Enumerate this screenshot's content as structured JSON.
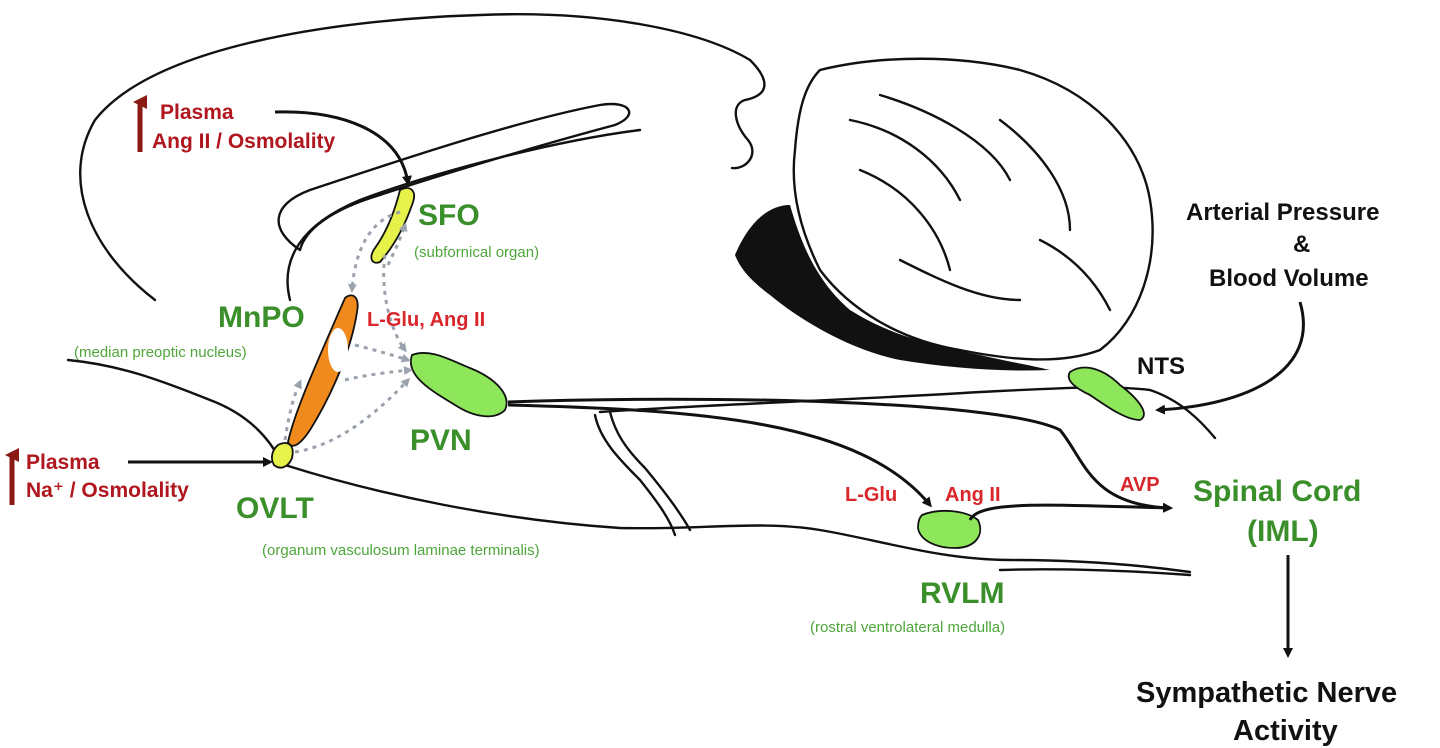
{
  "labels": {
    "plasma_top_line1": "Plasma",
    "plasma_top_line2": "Ang II / Osmolality",
    "plasma_bottom_line1": "Plasma",
    "plasma_bottom_line2": "Na⁺ / Osmolality",
    "sfo": "SFO",
    "sfo_full": "(subfornical organ)",
    "mnpo": "MnPO",
    "mnpo_full": "(median preoptic nucleus)",
    "lglu_angii": "L-Glu, Ang II",
    "pvn": "PVN",
    "ovlt": "OVLT",
    "ovlt_full": "(organum vasculosum laminae terminalis)",
    "lglu": "L-Glu",
    "angii": "Ang II",
    "avp": "AVP",
    "rvlm": "RVLM",
    "rvlm_full": "(rostral ventrolateral medulla)",
    "spinal_cord_line1": "Spinal Cord",
    "spinal_cord_line2": "(IML)",
    "nts": "NTS",
    "arterial_line1": "Arterial Pressure",
    "arterial_line2": "&",
    "arterial_line3": "Blood Volume",
    "sympathetic_line1": "Sympathetic  Nerve",
    "sympathetic_line2": "Activity"
  },
  "colors": {
    "red_label": "#b0161d",
    "red_transmitter": "#d9262a",
    "green_label": "#3a8f2a",
    "nucleus_green": "#8ee65a",
    "nucleus_yellow": "#e6f24a",
    "nucleus_orange": "#f08a1c"
  }
}
